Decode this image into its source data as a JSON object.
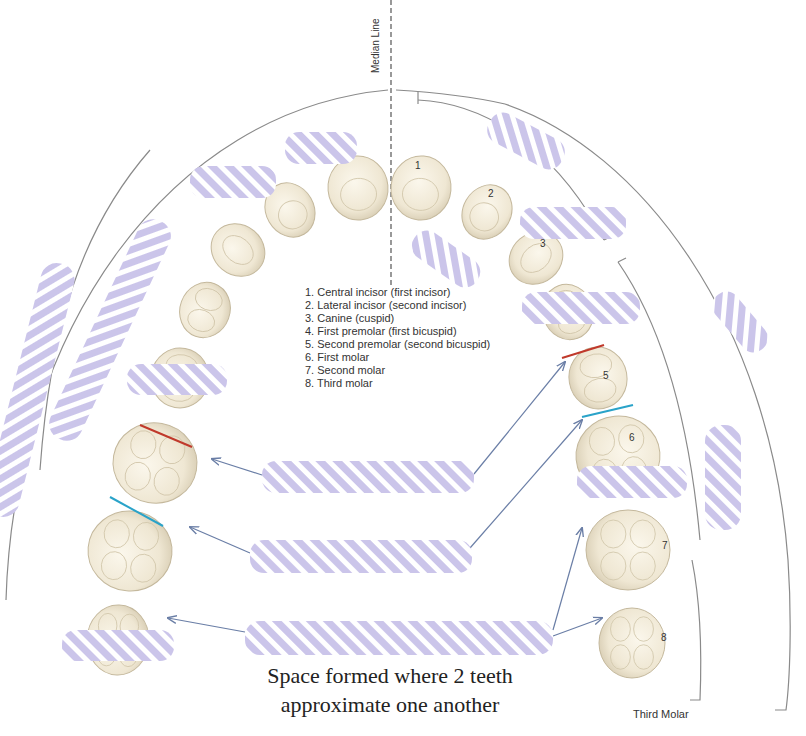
{
  "diagram": {
    "labels": [
      "Median Line",
      "1",
      "2",
      "3",
      "5",
      "6",
      "7",
      "8",
      "1. Central incisor (first incisor)",
      "2. Lateral incisor (second incisor)",
      "3. Canine (cuspid)",
      "4. First premolar (first bicuspid)",
      "5. Second premolar (second bicuspid)",
      "6. First molar",
      "7. Second molar",
      "8. Third molar",
      "Space formed where 2 teeth approximate one another",
      "Third Molar"
    ]
  }
}
